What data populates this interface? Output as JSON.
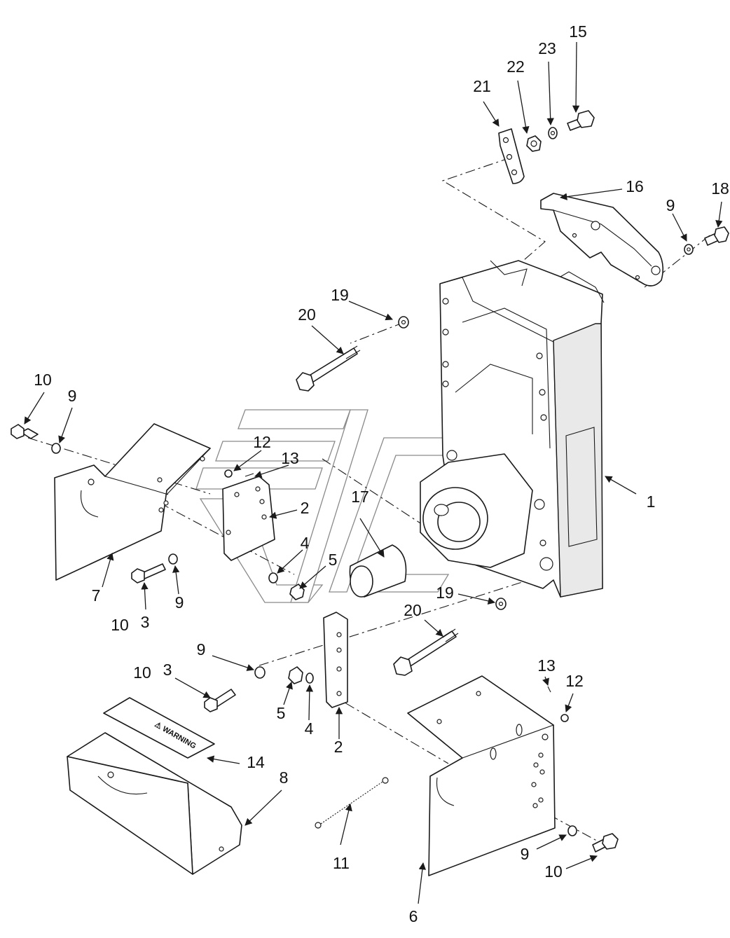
{
  "diagram": {
    "callouts": [
      {
        "id": "c1",
        "label": "1"
      },
      {
        "id": "c2a",
        "label": "2"
      },
      {
        "id": "c2b",
        "label": "2"
      },
      {
        "id": "c3a",
        "label": "3"
      },
      {
        "id": "c3b",
        "label": "3"
      },
      {
        "id": "c4a",
        "label": "4"
      },
      {
        "id": "c4b",
        "label": "4"
      },
      {
        "id": "c5a",
        "label": "5"
      },
      {
        "id": "c5b",
        "label": "5"
      },
      {
        "id": "c6",
        "label": "6"
      },
      {
        "id": "c7",
        "label": "7"
      },
      {
        "id": "c8",
        "label": "8"
      },
      {
        "id": "c9a",
        "label": "9"
      },
      {
        "id": "c9b",
        "label": "9"
      },
      {
        "id": "c9c",
        "label": "9"
      },
      {
        "id": "c9d",
        "label": "9"
      },
      {
        "id": "c9e",
        "label": "9"
      },
      {
        "id": "c10a",
        "label": "10"
      },
      {
        "id": "c10b",
        "label": "10"
      },
      {
        "id": "c10c",
        "label": "10"
      },
      {
        "id": "c10d",
        "label": "10"
      },
      {
        "id": "c11",
        "label": "11"
      },
      {
        "id": "c12a",
        "label": "12"
      },
      {
        "id": "c12b",
        "label": "12"
      },
      {
        "id": "c13a",
        "label": "13"
      },
      {
        "id": "c13b",
        "label": "13"
      },
      {
        "id": "c14",
        "label": "14"
      },
      {
        "id": "c15",
        "label": "15"
      },
      {
        "id": "c16",
        "label": "16"
      },
      {
        "id": "c17",
        "label": "17"
      },
      {
        "id": "c18",
        "label": "18"
      },
      {
        "id": "c19a",
        "label": "19"
      },
      {
        "id": "c19b",
        "label": "19"
      },
      {
        "id": "c20a",
        "label": "20"
      },
      {
        "id": "c20b",
        "label": "20"
      },
      {
        "id": "c21",
        "label": "21"
      },
      {
        "id": "c22",
        "label": "22"
      },
      {
        "id": "c23",
        "label": "23"
      }
    ],
    "decal_text": "⚠ WARNING",
    "colors": {
      "line": "#1a1a1a",
      "background": "#ffffff",
      "watermark": "#8a8a8a"
    }
  }
}
